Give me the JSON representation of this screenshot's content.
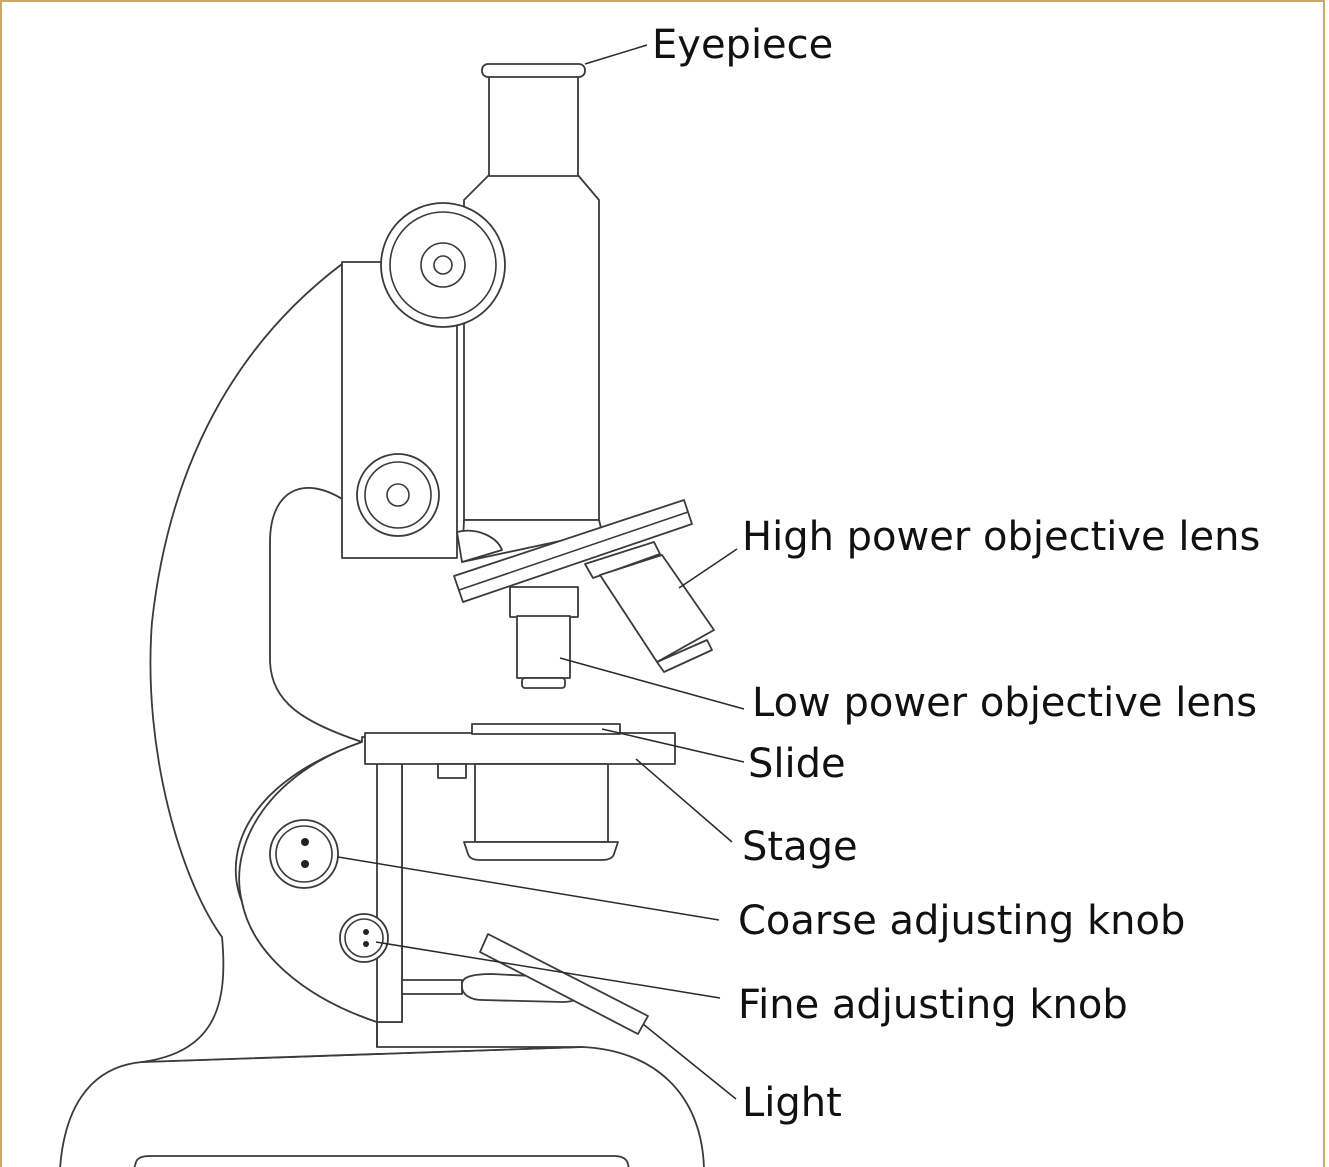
{
  "diagram": {
    "labels": {
      "eyepiece": "Eyepiece",
      "high_power": "High power objective lens",
      "low_power": "Low power objective lens",
      "slide": "Slide",
      "stage": "Stage",
      "coarse_knob": "Coarse adjusting knob",
      "fine_knob": "Fine adjusting knob",
      "light": "Light"
    },
    "colors": {
      "frame": "#c9a969",
      "outline": "#3a3a3a",
      "text": "#111111"
    }
  }
}
